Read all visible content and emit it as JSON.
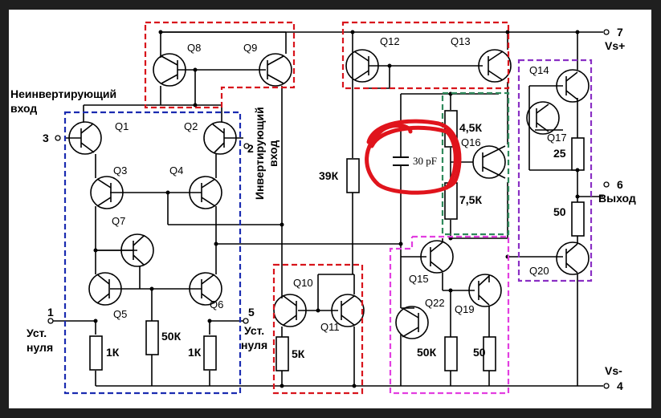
{
  "labels": {
    "q1": "Q1",
    "q2": "Q2",
    "q3": "Q3",
    "q4": "Q4",
    "q5": "Q5",
    "q6": "Q6",
    "q7": "Q7",
    "q8": "Q8",
    "q9": "Q9",
    "q10": "Q10",
    "q11": "Q11",
    "q12": "Q12",
    "q13": "Q13",
    "q14": "Q14",
    "q15": "Q15",
    "q16": "Q16",
    "q17": "Q17",
    "q19": "Q19",
    "q20": "Q20",
    "q22": "Q22"
  },
  "pins": {
    "noninv_num": "3",
    "noninv_text_1": "Неинвертирующий",
    "noninv_text_2": "вход",
    "inv_num": "2",
    "inv_text_1": "Инвертирующий",
    "inv_text_2": "вход",
    "offset1_num": "1",
    "offset5_num": "5",
    "offset_text_1": "Уст.",
    "offset_text_2": "нуля",
    "vplus_num": "7",
    "vplus_text": "Vs+",
    "vminus_num": "4",
    "vminus_text": "Vs-",
    "out_num": "6",
    "out_text": "Выход"
  },
  "components": {
    "r_1k_left": "1К",
    "r_50k_mid": "50К",
    "r_1k_right": "1К",
    "r_5k": "5К",
    "r_39k": "39К",
    "r_4_5k": "4,5К",
    "r_7_5k": "7,5К",
    "r_25": "25",
    "r_50_out": "50",
    "r_50k_bot": "50К",
    "r_50_bot": "50",
    "cap": "30 pF"
  },
  "colors": {
    "blue_box": "#1a2bb0",
    "red_box": "#d8141c",
    "green_box": "#2f8a5c",
    "pink_box": "#e23ee0",
    "purple_box": "#8a2fc4",
    "annotation": "#e0141c"
  }
}
